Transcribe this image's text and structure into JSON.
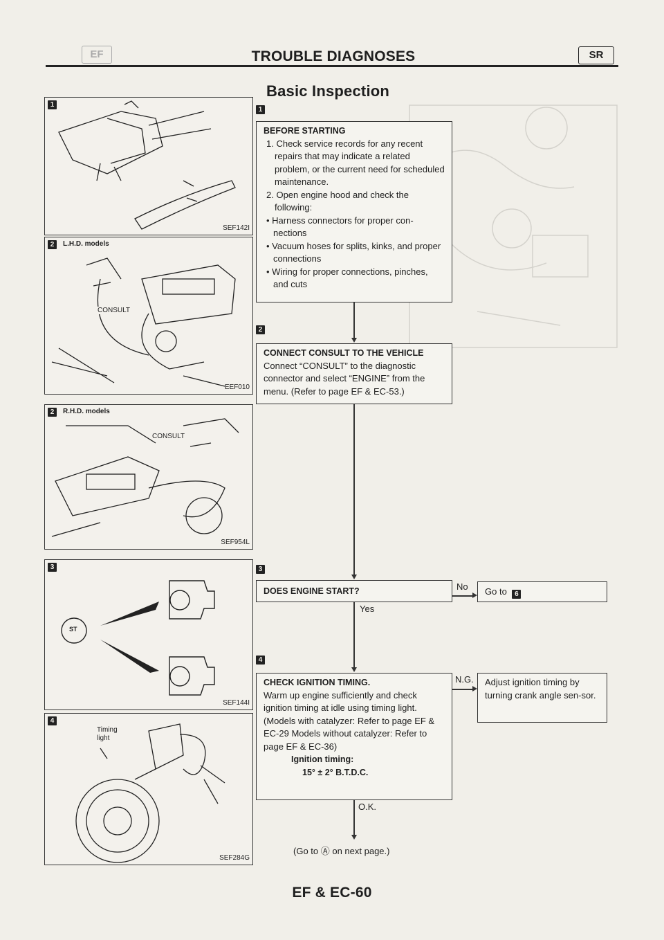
{
  "header": {
    "left_tag": "EF",
    "title": "TROUBLE DIAGNOSES",
    "right_tag": "SR"
  },
  "section_title": "Basic Inspection",
  "illustrations": [
    {
      "marker": "1",
      "code": "SEF142I",
      "label": "",
      "callouts": []
    },
    {
      "marker": "2",
      "code": "EEF010",
      "label": "L.H.D. models",
      "callouts": [
        "CONSULT"
      ]
    },
    {
      "marker": "2",
      "code": "SEF954L",
      "label": "R.H.D. models",
      "callouts": [
        "CONSULT"
      ]
    },
    {
      "marker": "3",
      "code": "SEF144I",
      "label": "",
      "callouts": [
        "ST"
      ]
    },
    {
      "marker": "4",
      "code": "SEF284G",
      "label": "",
      "callouts": [
        "Timing",
        "light"
      ]
    }
  ],
  "flow": {
    "step1": {
      "marker": "1",
      "heading": "BEFORE STARTING",
      "lines": [
        "1. Check service records for any recent repairs that may indicate a related problem, or the current need for scheduled maintenance.",
        "2. Open engine hood and check the following:",
        "• Harness connectors for proper con-nections",
        "• Vacuum hoses for splits, kinks, and proper connections",
        "• Wiring for proper connections, pinches, and cuts"
      ]
    },
    "step2": {
      "marker": "2",
      "heading": "CONNECT CONSULT TO THE VEHICLE",
      "body": "Connect “CONSULT” to the diagnostic connector and select “ENGINE” from the menu. (Refer to page EF & EC-53.)"
    },
    "step3": {
      "marker": "3",
      "question": "DOES ENGINE START?",
      "no_label": "No",
      "no_action": "Go to",
      "no_target": "6",
      "yes_label": "Yes"
    },
    "step4": {
      "marker": "4",
      "heading": "CHECK IGNITION TIMING.",
      "body": "Warm up engine sufficiently and check ignition timing at idle using timing light. (Models with catalyzer: Refer to page EF & EC-29 Models without catalyzer: Refer to page EF & EC-36)",
      "spec_label": "Ignition timing:",
      "spec_value": "15° ± 2° B.T.D.C.",
      "ng_label": "N.G.",
      "ng_action": "Adjust ignition timing by turning crank angle sen-sor.",
      "ok_label": "O.K."
    },
    "continue_note": "(Go to Ⓐ on next page.)"
  },
  "footer": {
    "page_number": "EF & EC-60"
  },
  "colors": {
    "paper": "#f1efe9",
    "ink": "#1e1e1e"
  }
}
